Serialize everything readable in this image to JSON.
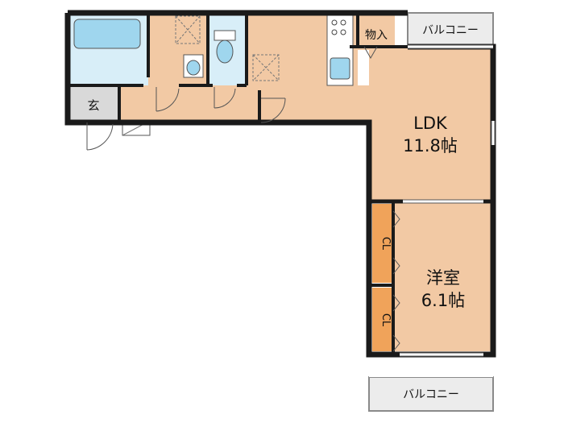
{
  "rooms": {
    "ldk": {
      "name": "LDK",
      "size": "11.8帖"
    },
    "bedroom": {
      "name": "洋室",
      "size": "6.1帖"
    },
    "entrance": {
      "name": "玄"
    },
    "storage": {
      "name": "物入"
    },
    "closet_upper": {
      "name": "CL"
    },
    "closet_lower": {
      "name": "CL"
    }
  },
  "balconies": {
    "top": {
      "name": "バルコニー"
    },
    "bottom": {
      "name": "バルコニー"
    }
  },
  "colors": {
    "floor": "#f2c9a4",
    "wet_area": "#d8eef8",
    "fixture": "#9fd6ee",
    "closet": "#f0a35a",
    "entrance": "#d9d9d9",
    "balcony": "#ececec",
    "wall": "#1a1a1a"
  }
}
